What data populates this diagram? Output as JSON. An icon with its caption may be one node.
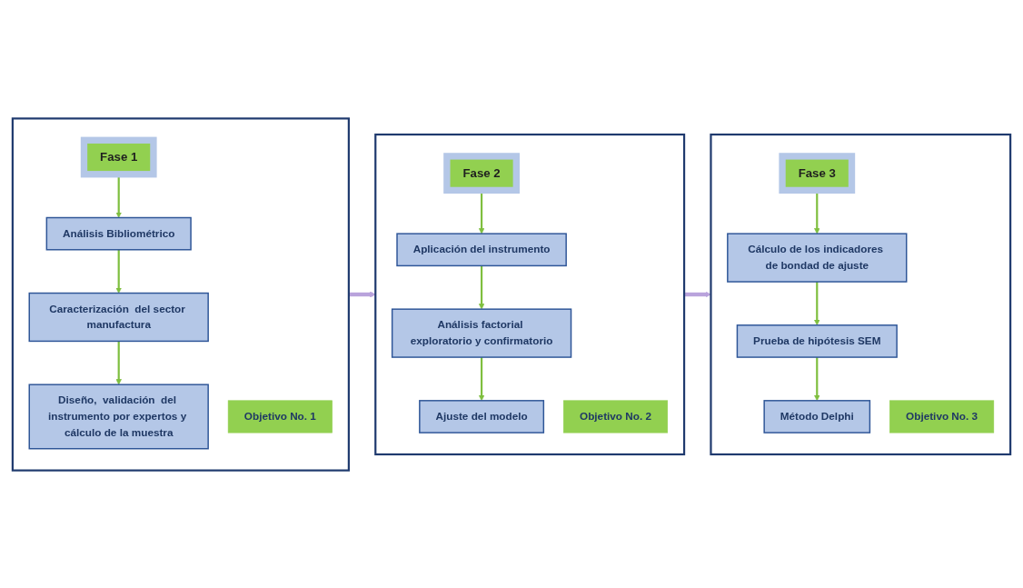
{
  "diagram": {
    "nodes": [
      {
        "text": [],
        "shape": "box"
      },
      {
        "text": [
          "Fase 1"
        ],
        "in": 0
      },
      {
        "text": [
          "Análisis  Bibliométrico"
        ],
        "in": 0
      },
      {
        "text": [
          "Caracterización  del sector manufactura"
        ],
        "in": 0
      },
      {
        "text": [
          "Diseño,  validación  del instrumento por expertos y cálculo de la muestra"
        ],
        "in": 0
      },
      {
        "text": [
          "Objetivo No. 1"
        ],
        "in": 0
      },
      {
        "text": [],
        "shape": "box"
      },
      {
        "text": [
          "Fase 2"
        ],
        "in": 6
      },
      {
        "text": [
          "Aplicación  del instrumento"
        ],
        "in": 6
      },
      {
        "text": [
          "Análisis factorial exploratorio y confirmatorio"
        ],
        "in": 6
      },
      {
        "text": [
          "Ajuste del modelo"
        ],
        "in": 6
      },
      {
        "text": [
          "Objetivo No. 2"
        ],
        "in": 6
      },
      {
        "text": [],
        "shape": "box"
      },
      {
        "text": [
          "Fase 3"
        ],
        "in": 12
      },
      {
        "text": [
          "Cálculo de los indicadores de bondad de ajuste"
        ],
        "in": 12
      },
      {
        "text": [
          "Prueba de hipótesis SEM"
        ],
        "in": 12
      },
      {
        "text": [
          "Método Delphi"
        ],
        "in": 12
      },
      {
        "text": [
          "Objetivo No. 3"
        ],
        "in": 12
      }
    ],
    "edges": [
      {
        "from": 1,
        "to": 2,
        "arrow": "to"
      },
      {
        "from": 2,
        "to": 3,
        "arrow": "to"
      },
      {
        "from": 3,
        "to": 4,
        "arrow": "to"
      },
      {
        "from": 7,
        "to": 8,
        "arrow": "to"
      },
      {
        "from": 8,
        "to": 9,
        "arrow": "to"
      },
      {
        "from": 9,
        "to": 10,
        "arrow": "to"
      },
      {
        "from": 13,
        "to": 14,
        "arrow": "to"
      },
      {
        "from": 14,
        "to": 15,
        "arrow": "to"
      },
      {
        "from": 15,
        "to": 16,
        "arrow": "to"
      },
      {
        "from": 0,
        "to": 6,
        "arrow": "to",
        "style": "thick",
        "color": "#b9a3dc"
      },
      {
        "from": 6,
        "to": 12,
        "arrow": "to",
        "style": "thick",
        "color": "#b9a3dc"
      }
    ]
  }
}
